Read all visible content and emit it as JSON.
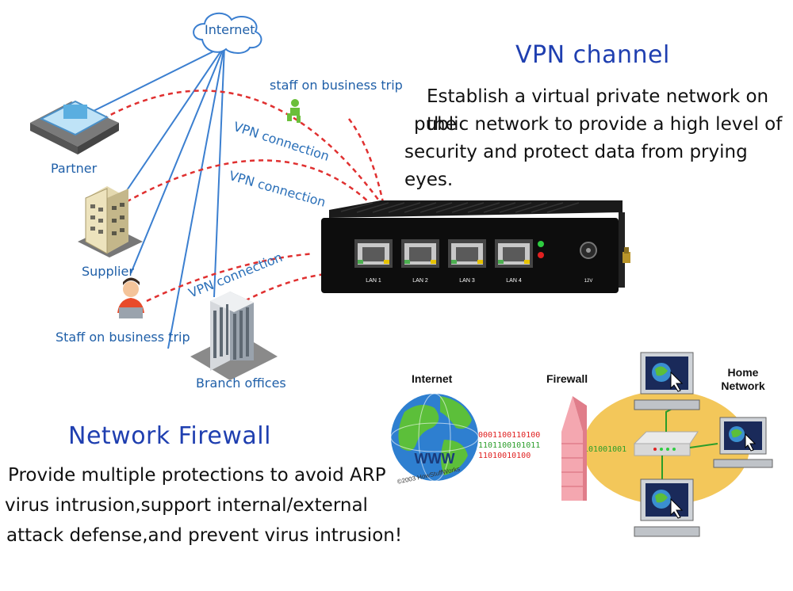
{
  "network": {
    "internet": "Internet",
    "partner": "Partner",
    "supplier": "Supplier",
    "staff_trip_left": "Staff on business trip",
    "branch": "Branch offices",
    "staff_trip_top": "staff on business trip",
    "vpn_conn": "VPN connection"
  },
  "vpn": {
    "title": "VPN channel",
    "description": [
      "Establish a virtual private network on the",
      "public network to provide a high level of",
      "security and protect data from prying eyes."
    ]
  },
  "firewall": {
    "title": "Network Firewall",
    "description": [
      "Provide multiple protections to avoid ARP",
      "virus intrusion,support internal/external",
      "attack defense,and prevent virus intrusion!"
    ]
  },
  "device": {
    "ports": [
      "LAN 1",
      "LAN 2",
      "LAN 3",
      "LAN 4"
    ],
    "power_label": "12V"
  },
  "illustration": {
    "internet": "Internet",
    "firewall": "Firewall",
    "home_network": "Home Network",
    "globe_text": "WWW",
    "copyright": "©2003 HowStuffWorks",
    "bits": [
      "0001100110100",
      "1101100101011",
      "11010010100",
      "1101001001"
    ]
  }
}
